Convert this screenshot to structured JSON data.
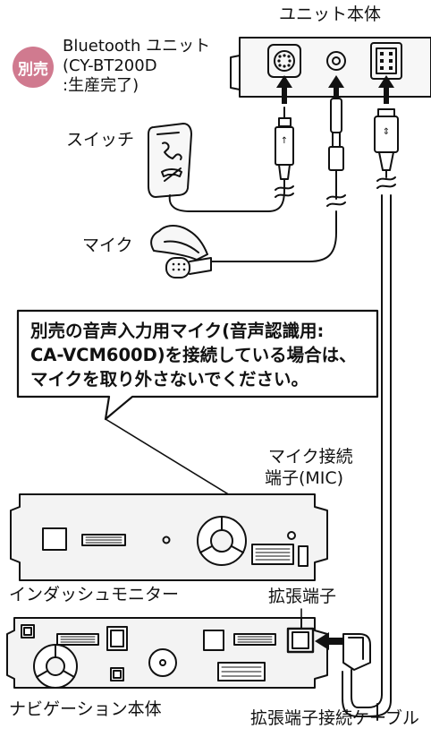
{
  "colors": {
    "ink": "#111111",
    "badge": "#d07a8f",
    "panel": "#f3f3f3",
    "unit_fill": "#f7f7f7"
  },
  "labels": {
    "unit_body": "ユニット本体",
    "option_badge": "別売",
    "bluetooth_unit": [
      "Bluetooth ユニット",
      "(CY-BT200D",
      ":生産完了)"
    ],
    "switch": "スイッチ",
    "mic": "マイク",
    "mic_terminal": [
      "マイク接続",
      "端子(MIC)"
    ],
    "in_dash_monitor": "インダッシュモニター",
    "expansion_terminal": "拡張端子",
    "navigation_unit": "ナビゲーション本体",
    "expansion_cable": "拡張端子接続ケーブル"
  },
  "callout": {
    "lines": [
      "別売の音声入力用マイク(音声認識用:",
      "CA-VCM600D)を接続している場合は、",
      "マイクを取り外さないでください。"
    ]
  },
  "icons": {
    "switch_buttons": [
      "phone-off-hook-icon",
      "phone-hang-up-icon"
    ],
    "arrows": [
      "up-arrow-icon",
      "left-arrow-icon"
    ]
  }
}
